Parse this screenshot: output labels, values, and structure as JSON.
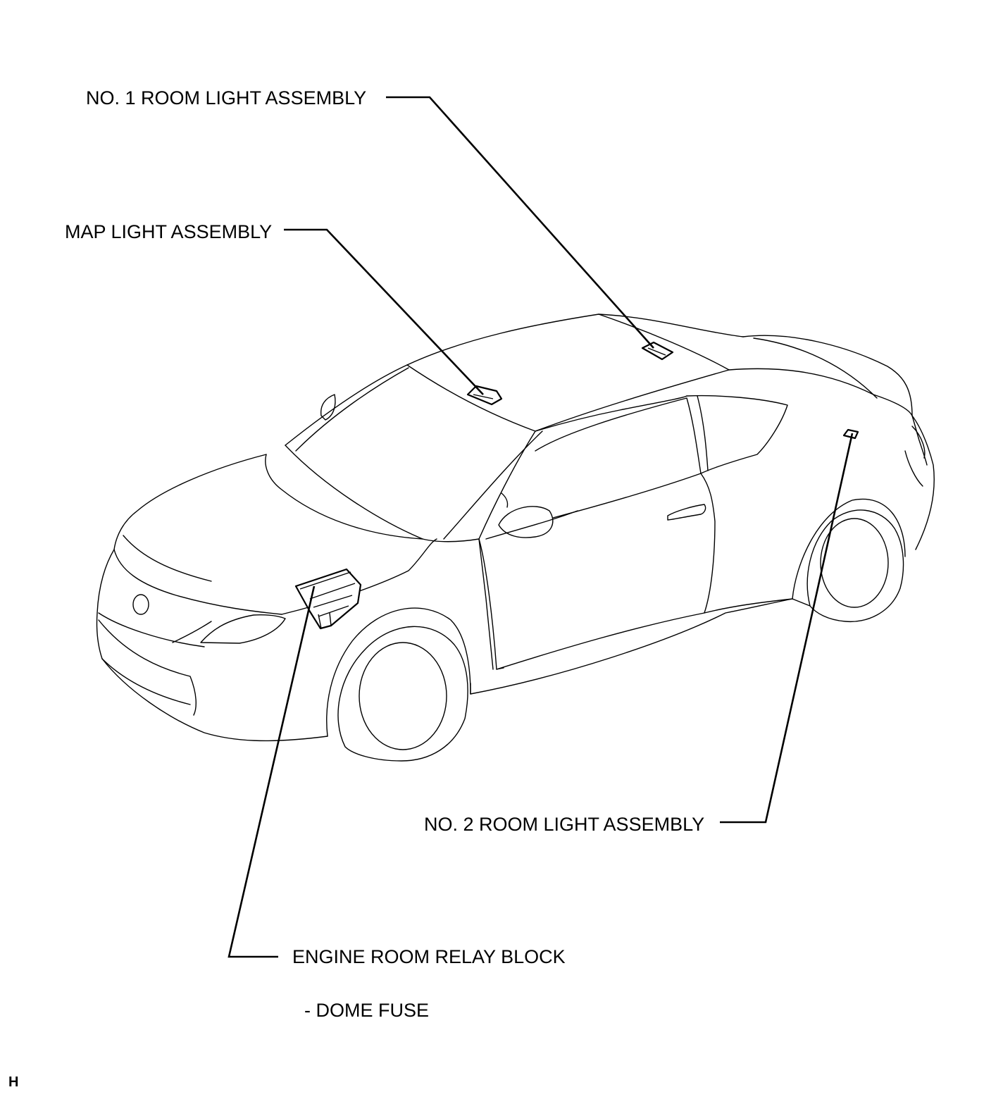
{
  "labels": {
    "no1_room_light": "NO. 1 ROOM LIGHT ASSEMBLY",
    "map_light": "MAP LIGHT ASSEMBLY",
    "no2_room_light": "NO. 2 ROOM LIGHT ASSEMBLY",
    "engine_room_relay_block": "ENGINE ROOM RELAY BLOCK",
    "dome_fuse": "- DOME FUSE"
  },
  "corner_mark": "H"
}
